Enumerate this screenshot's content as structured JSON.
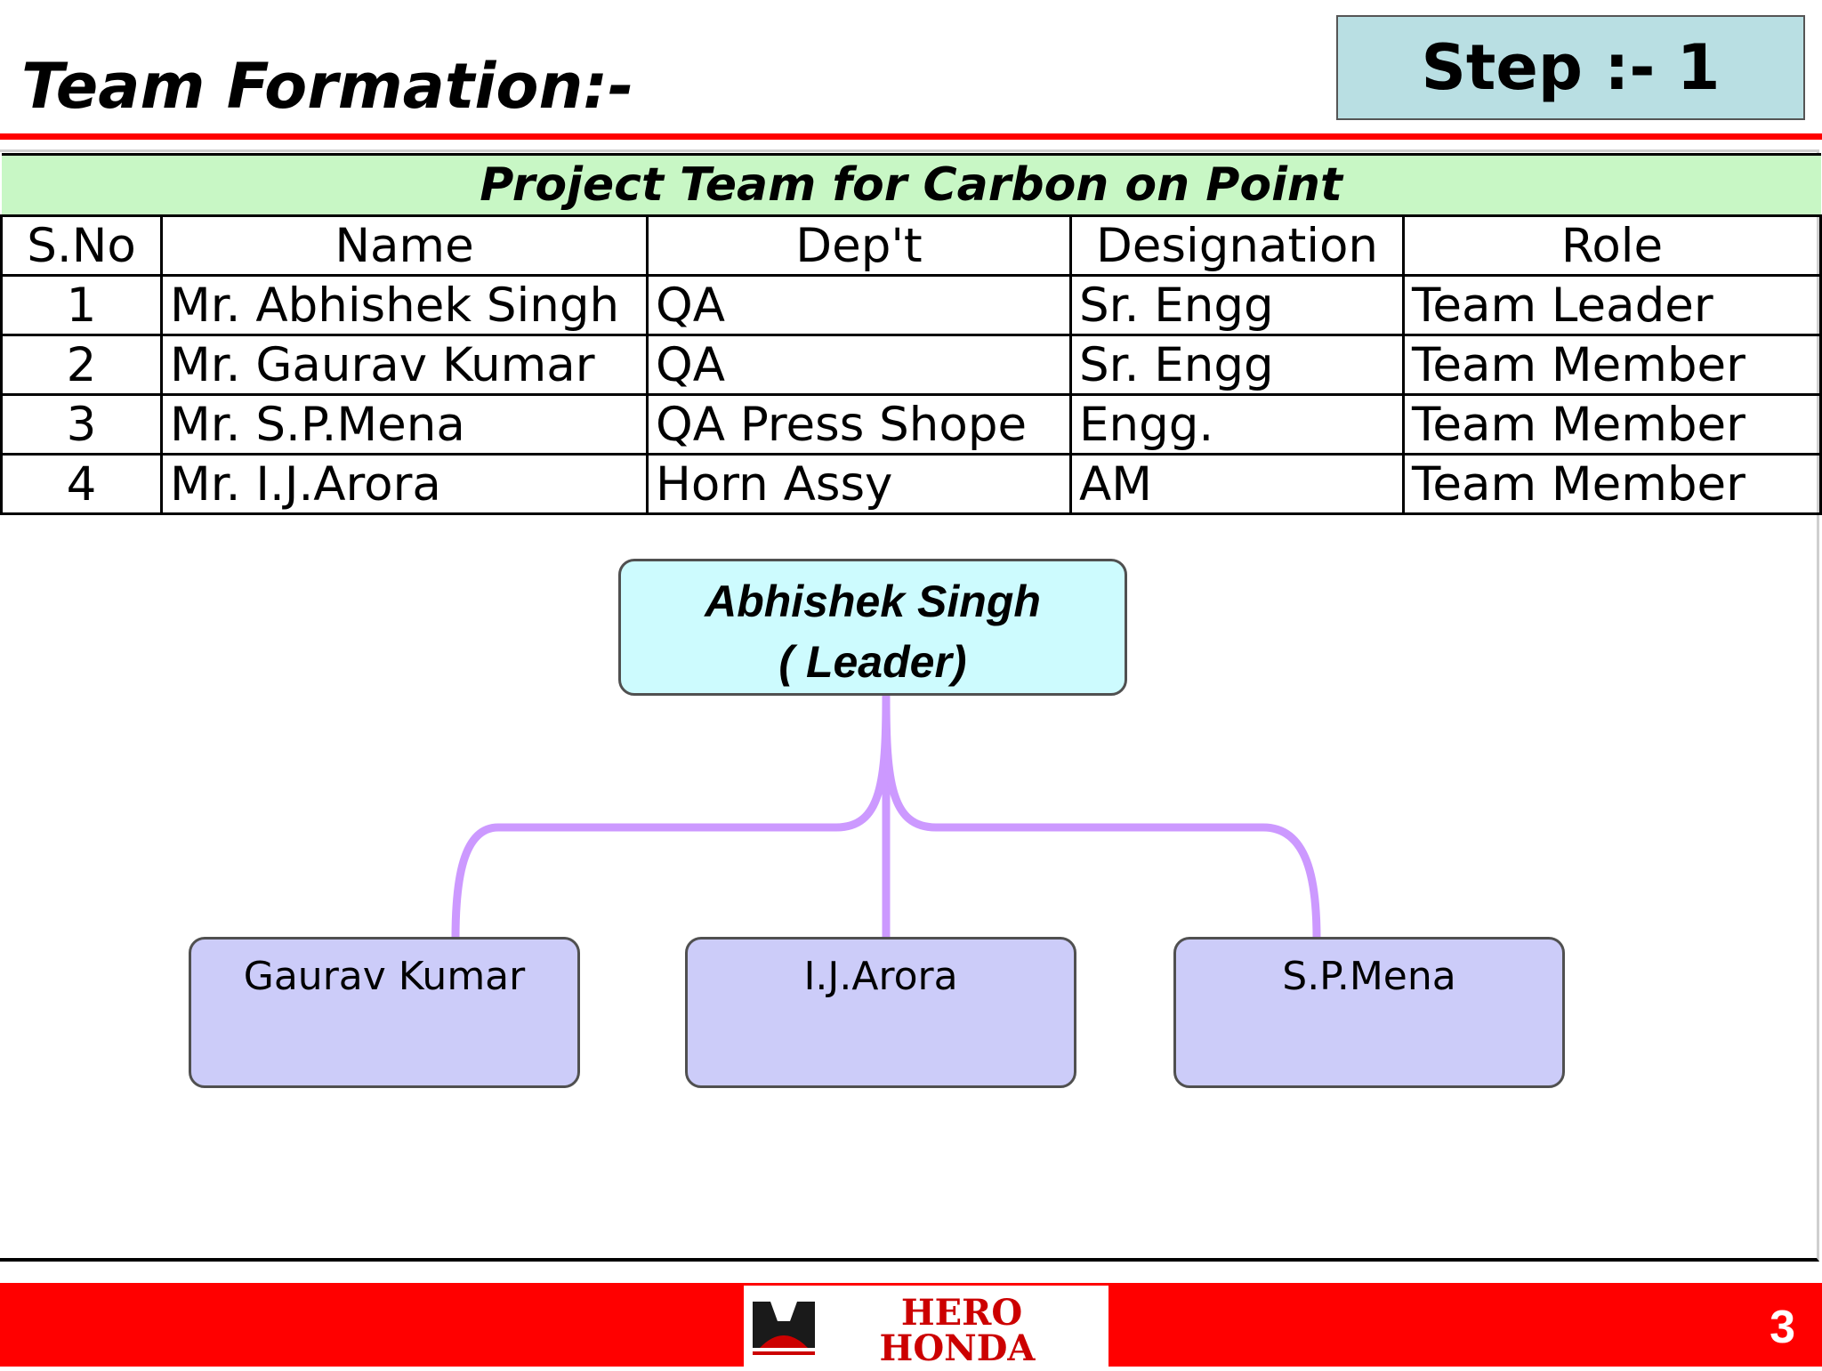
{
  "slide": {
    "title": "Team Formation:-",
    "step_label": "Step :- 1",
    "page_number": "3"
  },
  "table": {
    "caption": "Project Team for Carbon on Point",
    "headers": [
      "S.No",
      "Name",
      "Dep't",
      "Designation",
      "Role"
    ],
    "rows": [
      [
        "1",
        "Mr. Abhishek Singh",
        "QA",
        "Sr. Engg",
        "Team Leader"
      ],
      [
        "2",
        "Mr. Gaurav Kumar",
        "QA",
        "Sr. Engg",
        "Team Member"
      ],
      [
        "3",
        "Mr. S.P.Mena",
        "QA Press Shope",
        "Engg.",
        "Team Member"
      ],
      [
        "4",
        "Mr. I.J.Arora",
        "Horn Assy",
        "AM",
        "Team Member"
      ]
    ]
  },
  "org_chart": {
    "leader": {
      "name": "Abhishek Singh",
      "role": "( Leader)"
    },
    "members": [
      "Gaurav Kumar",
      "I.J.Arora",
      "S.P.Mena"
    ],
    "connector_color": "#cc99ff"
  },
  "logo": {
    "line1": "HERO",
    "line2": "HONDA"
  },
  "colors": {
    "accent_red": "#ff0000",
    "step_box": "#b9dfe3",
    "table_caption": "#c8f7c5",
    "leader_box": "#cdfbfe",
    "member_box": "#ccccf9"
  }
}
